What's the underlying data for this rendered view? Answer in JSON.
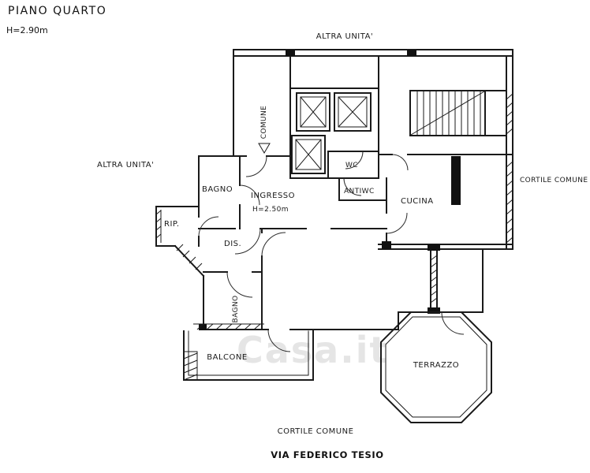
{
  "header": {
    "title": "PIANO QUARTO",
    "ceiling_height": "H=2.90m"
  },
  "surroundings": {
    "top": "ALTRA UNITA'",
    "left": "ALTRA UNITA'",
    "right": "CORTILE COMUNE",
    "bottom": "CORTILE COMUNE",
    "street": "VIA FEDERICO TESIO"
  },
  "rooms": {
    "comune": "COMUNE",
    "wc": "WC",
    "antiwc": "ANTIWC",
    "cucina": "CUCINA",
    "bagno_upper": "BAGNO",
    "ingresso": "INGRESSO",
    "ingresso_height": "H=2.50m",
    "ripostiglio": "RIP.",
    "disimpegno": "DIS.",
    "bagno_lower": "BAGNO",
    "balcone": "BALCONE",
    "terrazzo": "TERRAZZO"
  },
  "watermark": "Casa.it",
  "colors": {
    "ink": "#1a1a1a",
    "paper": "#ffffff",
    "watermark": "#cccccc"
  }
}
